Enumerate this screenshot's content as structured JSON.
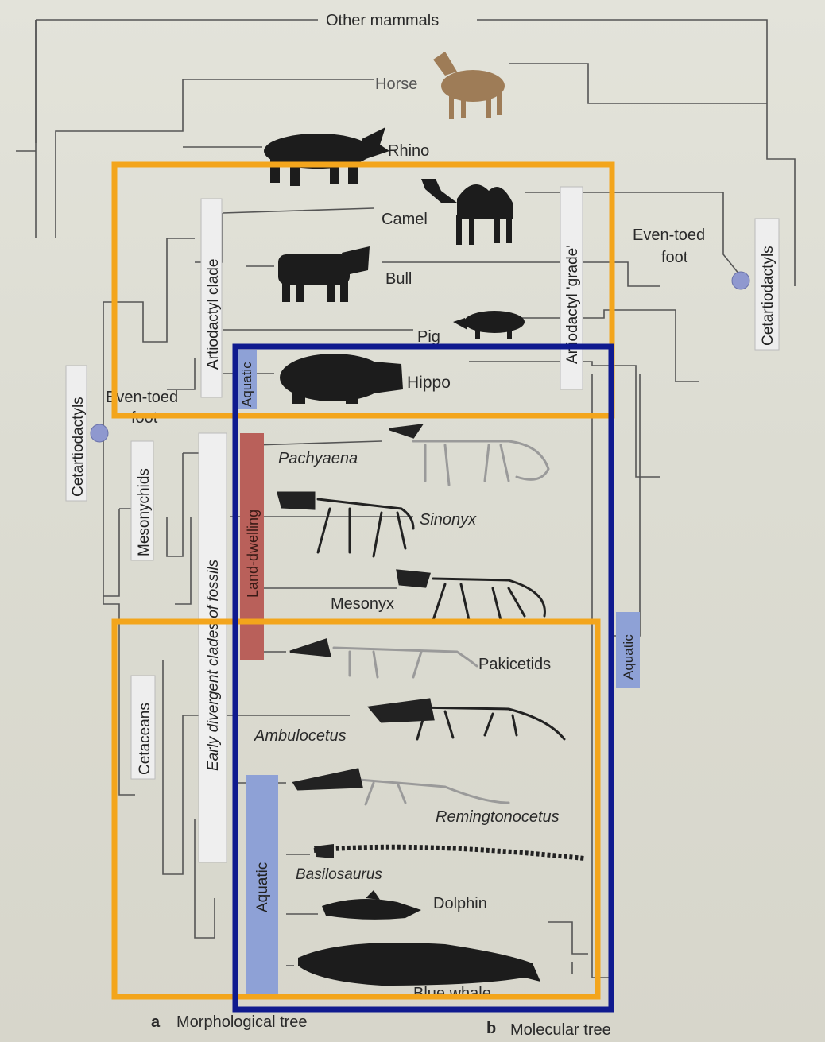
{
  "tree_labels": {
    "other_mammals": "Other mammals",
    "horse": "Horse",
    "rhino": "Rhino",
    "camel": "Camel",
    "bull": "Bull",
    "pig": "Pig",
    "hippo": "Hippo",
    "pachyaena": "Pachyaena",
    "sinonyx": "Sinonyx",
    "mesonyx": "Mesonyx",
    "pakicetids": "Pakicetids",
    "ambulocetus": "Ambulocetus",
    "remingtonocetus": "Remingtonocetus",
    "basilosaurus": "Basilosaurus",
    "dolphin": "Dolphin",
    "blue_whale": "Blue whale"
  },
  "clade_labels": {
    "artiodactyl_clade": "Artiodactyl clade",
    "aquatic_hippo": "Aquatic",
    "cetartiodactyls_left": "Cetartiodactyls",
    "even_toed_left": "Even-toed",
    "even_toed_left_2": "foot",
    "mesonychids": "Mesonychids",
    "early_divergent": "Early divergent clades of fossils",
    "land_dwelling": "Land-dwelling",
    "cetaceans": "Cetaceans",
    "aquatic_cetaceans": "Aquatic",
    "artiodactyl_grade": "Artiodactyl 'grade'",
    "even_toed_right": "Even-toed",
    "even_toed_right_2": "foot",
    "cetartiodactyls_right": "Cetartiodactyls",
    "aquatic_right": "Aquatic"
  },
  "captions": {
    "a_letter": "a",
    "a_text": "Morphological tree",
    "b_letter": "b",
    "b_text": "Molecular tree"
  },
  "colors": {
    "highlight_orange": "#f3a51c",
    "highlight_blue": "#0f1a8f",
    "land_dwelling_bar": "#b9605a",
    "aquatic_bar": "#8ea1d6",
    "node_circle": "#8f98cf",
    "horse_brown": "#9e7c57"
  }
}
